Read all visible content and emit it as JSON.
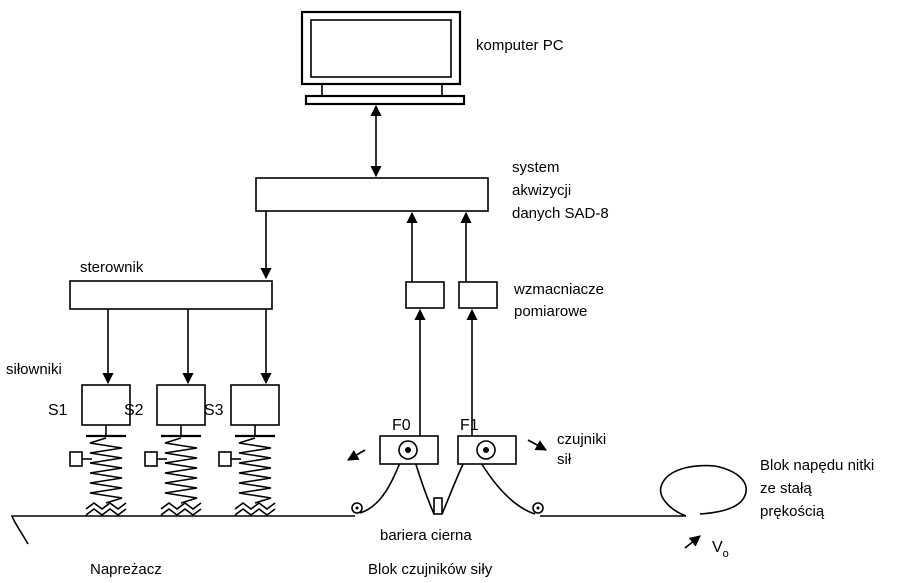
{
  "labels": {
    "computer": "komputer PC",
    "acq_line1": "system",
    "acq_line2": "akwizycji",
    "acq_line3": "danych SAD-8",
    "controller": "sterownik",
    "amp_line1": "wzmacniacze",
    "amp_line2": "pomiarowe",
    "actuators": "siłowniki",
    "s1": "S1",
    "s2": "S2",
    "s3": "S3",
    "f0": "F0",
    "f1": "F1",
    "sensors_line1": "czujniki",
    "sensors_line2": "sił",
    "drive_line1": "Blok napędu nitki",
    "drive_line2": "ze stałą",
    "drive_line3": "prękością",
    "velocity": "V",
    "velocity_sub": "o",
    "friction": "bariera cierna",
    "tensioner": "Napreżacz",
    "sensor_block": "Blok czujników siły"
  }
}
